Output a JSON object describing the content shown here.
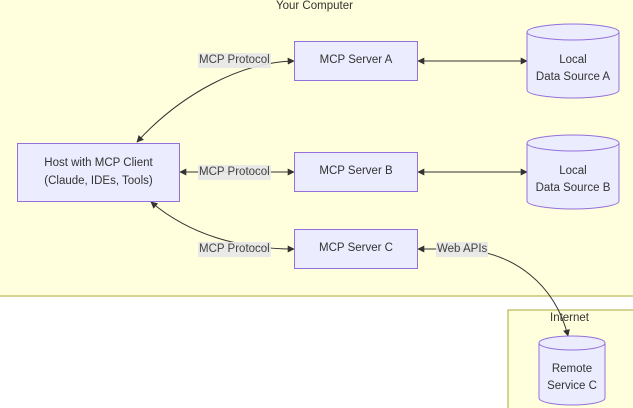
{
  "clusters": {
    "computer": {
      "title": "Your Computer",
      "fill": "#ffffde",
      "stroke": "#aaaa33"
    },
    "internet": {
      "title": "Internet",
      "fill": "#ffffde",
      "stroke": "#aaaa33"
    }
  },
  "nodes": {
    "host": {
      "label": "Host with MCP Client\n(Claude, IDEs, Tools)"
    },
    "server_a": {
      "label": "MCP Server A"
    },
    "server_b": {
      "label": "MCP Server B"
    },
    "server_c": {
      "label": "MCP Server C"
    },
    "data_a": {
      "label": "Local\nData Source A"
    },
    "data_b": {
      "label": "Local\nData Source B"
    },
    "remote_c": {
      "label": "Remote\nService C"
    }
  },
  "edges": {
    "host_a": {
      "label": "MCP Protocol"
    },
    "host_b": {
      "label": "MCP Protocol"
    },
    "host_c": {
      "label": "MCP Protocol"
    },
    "c_remote": {
      "label": "Web APIs"
    }
  },
  "colors": {
    "node_fill": "#ECECFF",
    "node_stroke": "#9370DB",
    "line": "#333333",
    "edge_label_bg": "#e8e8e8"
  }
}
